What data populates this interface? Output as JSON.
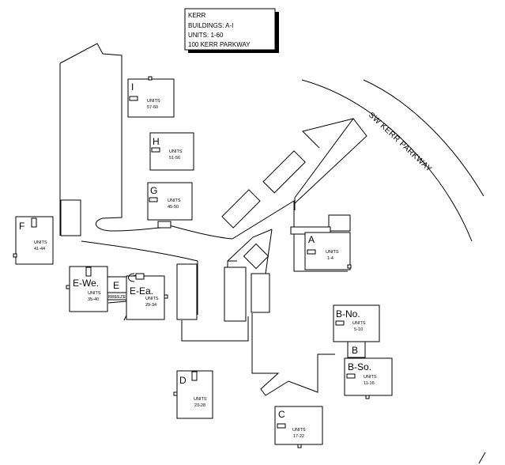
{
  "info_box": [
    "KERR",
    "BUILDINGS: A-I",
    "UNITS: 1-60",
    "100 KERR PARKWAY"
  ],
  "road": "SW KERR PARKWAY",
  "buildings": [
    {
      "letter": "I",
      "units_label": "UNITS",
      "range": "57-60"
    },
    {
      "letter": "H",
      "units_label": "UNITS",
      "range": "51-56"
    },
    {
      "letter": "G",
      "units_label": "UNITS",
      "range": "45-50"
    },
    {
      "letter": "F",
      "units_label": "UNITS",
      "range": "41-44"
    },
    {
      "letter": "E-We.",
      "units_label": "UNITS",
      "range": "35-40"
    },
    {
      "letter": "E",
      "units_label": "",
      "range": ""
    },
    {
      "letter": "E-Ea.",
      "units_label": "UNITS",
      "range": "29-34"
    },
    {
      "letter": "A",
      "units_label": "UNITS",
      "range": "1-4"
    },
    {
      "letter": "B-No.",
      "units_label": "UNITS",
      "range": "5-10"
    },
    {
      "letter": "B",
      "units_label": "",
      "range": ""
    },
    {
      "letter": "B-So.",
      "units_label": "UNITS",
      "range": "11-16"
    },
    {
      "letter": "D",
      "units_label": "UNITS",
      "range": "23-28"
    },
    {
      "letter": "C",
      "units_label": "UNITS",
      "range": "17-22"
    }
  ],
  "breezeway": "BREEZE"
}
